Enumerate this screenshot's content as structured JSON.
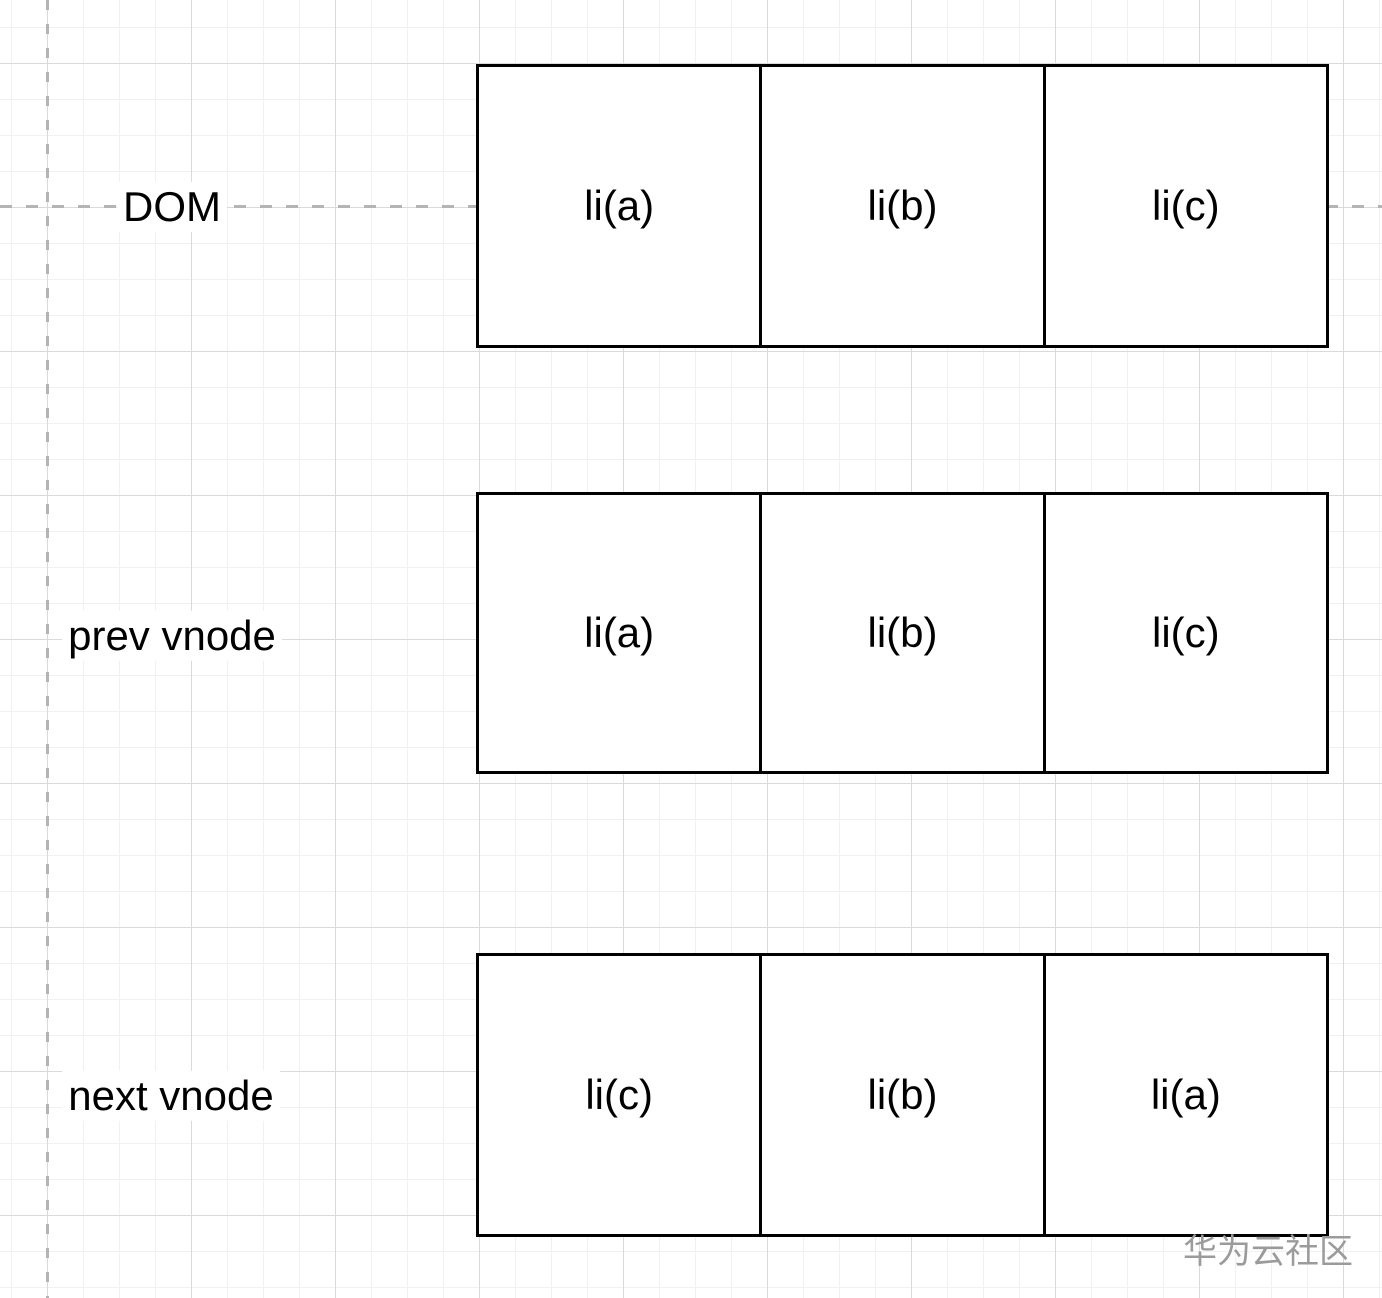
{
  "diagram": {
    "rows": [
      {
        "label": "DOM",
        "cells": [
          "li(a)",
          "li(b)",
          "li(c)"
        ]
      },
      {
        "label": "prev vnode",
        "cells": [
          "li(a)",
          "li(b)",
          "li(c)"
        ]
      },
      {
        "label": "next vnode",
        "cells": [
          "li(c)",
          "li(b)",
          "li(a)"
        ]
      }
    ],
    "watermark": "华为云社区",
    "colors": {
      "background": "#ffffff",
      "grid_minor": "#f1f1f1",
      "grid_major": "#dadada",
      "page_break_guide": "#b4b4b4",
      "box_border": "#000000",
      "text": "#000000",
      "watermark": "#9b9b9b"
    }
  }
}
